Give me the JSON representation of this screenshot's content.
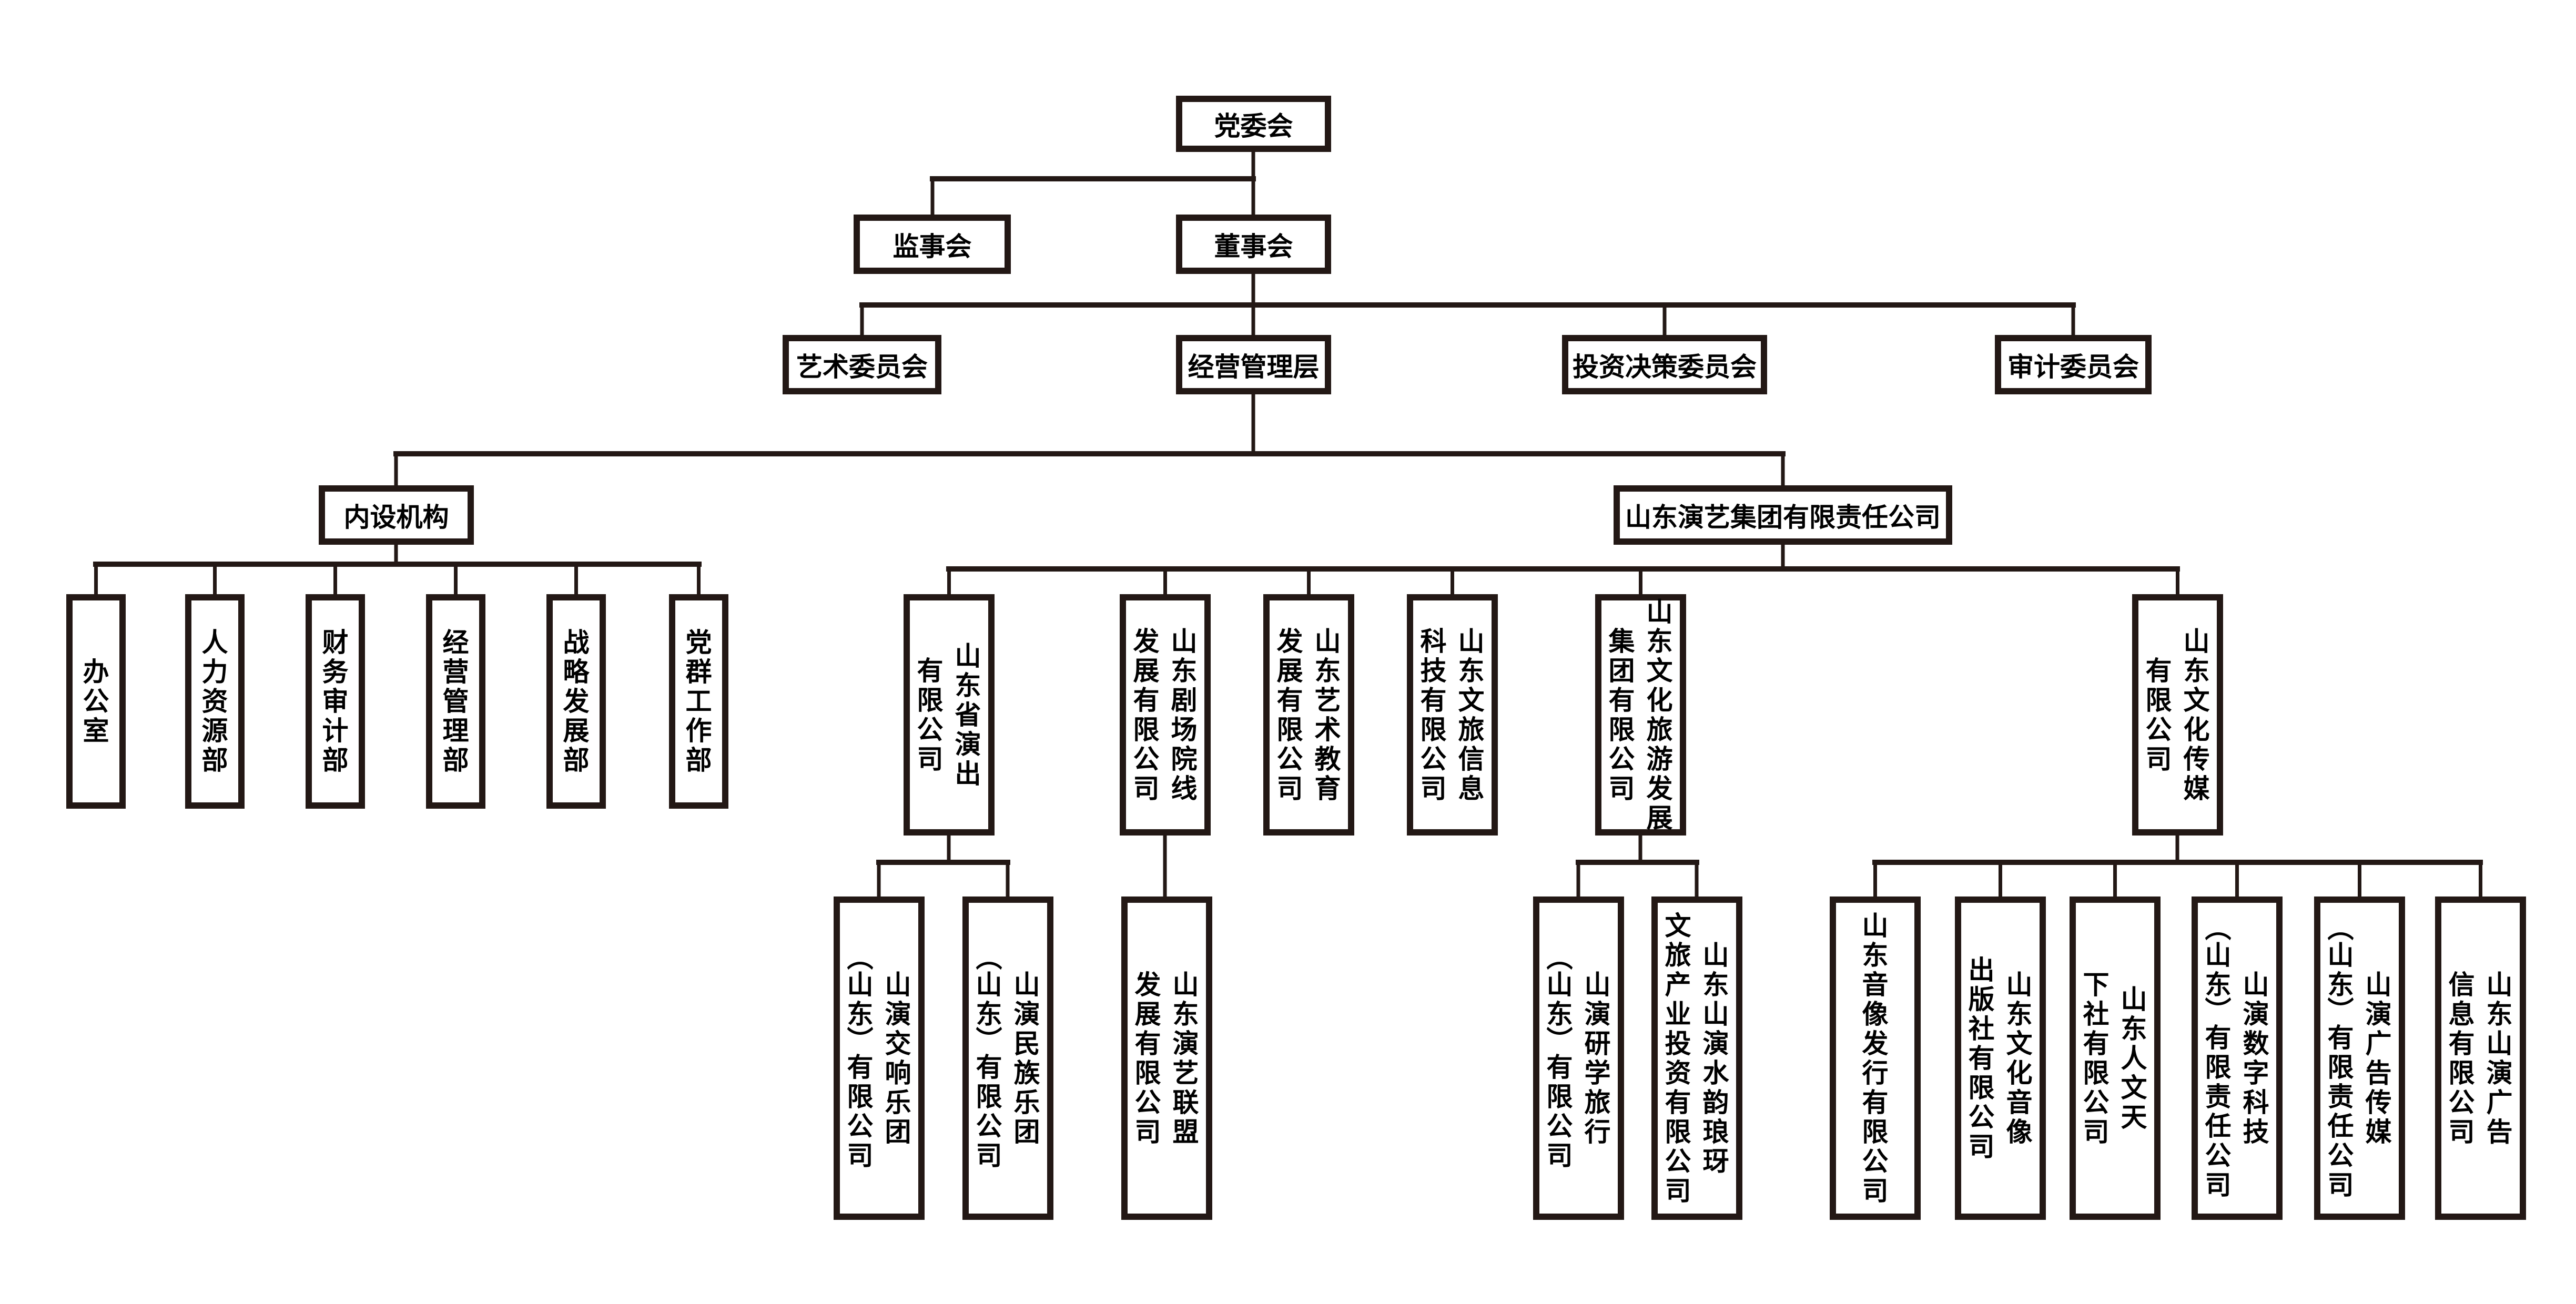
{
  "title": "山东演艺集团组织架构图",
  "colors": {
    "line": "#231815",
    "box_border": "#231815",
    "background": "#ffffff"
  },
  "nodes": {
    "party_committee": {
      "label": "党委会"
    },
    "supervisory_board": {
      "label": "监事会"
    },
    "board_of_directors": {
      "label": "董事会"
    },
    "art_committee": {
      "label": "艺术委员会"
    },
    "management": {
      "label": "经营管理层"
    },
    "investment_committee": {
      "label": "投资决策委员会"
    },
    "audit_committee": {
      "label": "审计委员会"
    },
    "internal_departments": {
      "label": "内设机构"
    },
    "group_company": {
      "label": "山东演艺集团有限责任公司"
    }
  },
  "departments": [
    {
      "label": "办公室",
      "columns": [
        "办公室"
      ]
    },
    {
      "label": "人力资源部",
      "columns": [
        "人力资源部"
      ]
    },
    {
      "label": "财务审计部",
      "columns": [
        "财务审计部"
      ]
    },
    {
      "label": "经营管理部",
      "columns": [
        "经营管理部"
      ]
    },
    {
      "label": "战略发展部",
      "columns": [
        "战略发展部"
      ]
    },
    {
      "label": "党群工作部",
      "columns": [
        "党群工作部"
      ]
    }
  ],
  "subsidiaries": [
    {
      "label": "山东省演出有限公司",
      "columns": [
        "山东省演出",
        "有限公司"
      ]
    },
    {
      "label": "山东剧场院线发展有限公司",
      "columns": [
        "山东剧场院线",
        "发展有限公司"
      ]
    },
    {
      "label": "山东艺术教育发展有限公司",
      "columns": [
        "山东艺术教育",
        "发展有限公司"
      ]
    },
    {
      "label": "山东文旅信息科技有限公司",
      "columns": [
        "山东文旅信息",
        "科技有限公司"
      ]
    },
    {
      "label": "山东文化旅游发展集团有限公司",
      "columns": [
        "山东文化旅游发展",
        "集团有限公司"
      ]
    },
    {
      "label": "山东文化传媒有限公司",
      "columns": [
        "山东文化传媒",
        "有限公司"
      ]
    }
  ],
  "grandchildren": [
    {
      "parent": "山东省演出有限公司",
      "label": "山演交响乐团（山东）有限公司",
      "columns": [
        "山演交响乐团",
        "（山东）有限公司"
      ]
    },
    {
      "parent": "山东省演出有限公司",
      "label": "山演民族乐团（山东）有限公司",
      "columns": [
        "山演民族乐团",
        "（山东）有限公司"
      ]
    },
    {
      "parent": "山东剧场院线发展有限公司",
      "label": "山东演艺联盟发展有限公司",
      "columns": [
        "山东演艺联盟",
        "发展有限公司"
      ]
    },
    {
      "parent": "山东文化旅游发展集团有限公司",
      "label": "山演研学旅行（山东）有限公司",
      "columns": [
        "山演研学旅行",
        "（山东）有限公司"
      ]
    },
    {
      "parent": "山东文化旅游发展集团有限公司",
      "label": "山东山演水韵琅玡文旅产业投资有限公司",
      "columns": [
        "山东山演水韵琅玡",
        "文旅产业投资有限公司"
      ]
    },
    {
      "parent": "山东文化传媒有限公司",
      "label": "山东音像发行有限公司",
      "columns": [
        "山东音像发行有限公司"
      ]
    },
    {
      "parent": "山东文化传媒有限公司",
      "label": "山东文化音像出版社有限公司",
      "columns": [
        "山东文化音像",
        "出版社有限公司"
      ]
    },
    {
      "parent": "山东文化传媒有限公司",
      "label": "山东人文天下社有限公司",
      "columns": [
        "山东人文天",
        "下社有限公司"
      ]
    },
    {
      "parent": "山东文化传媒有限公司",
      "label": "山演数字科技（山东）有限责任公司",
      "columns": [
        "山演数字科技",
        "（山东）有限责任公司"
      ]
    },
    {
      "parent": "山东文化传媒有限公司",
      "label": "山演广告传媒（山东）有限责任公司",
      "columns": [
        "山演广告传媒",
        "（山东）有限责任公司"
      ]
    },
    {
      "parent": "山东文化传媒有限公司",
      "label": "山东山演广告信息有限公司",
      "columns": [
        "山东山演广告",
        "信息有限公司"
      ]
    }
  ]
}
